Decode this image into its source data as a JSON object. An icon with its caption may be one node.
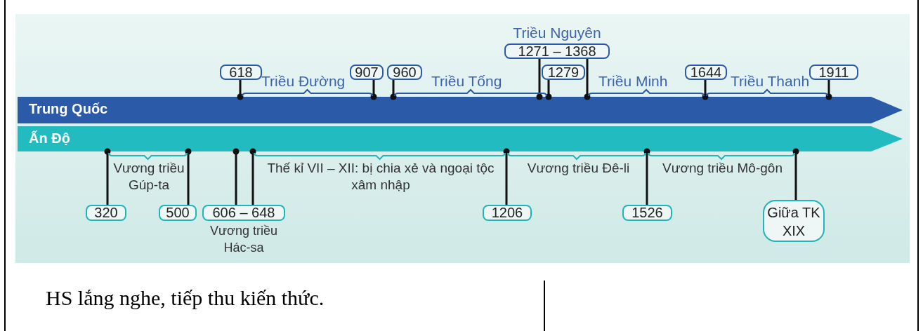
{
  "diagram": {
    "nodes": [
      {
        "text": [
          "Trung Quốc"
        ]
      },
      {
        "text": [
          "Ấn Độ"
        ]
      },
      {
        "text": [
          "618"
        ]
      },
      {
        "text": [
          "907"
        ]
      },
      {
        "text": [
          "960"
        ]
      },
      {
        "text": [
          "1271 – 1368"
        ],
        "beside": [
          "Triều Nguyên"
        ]
      },
      {
        "text": [
          "1279"
        ]
      },
      {
        "text": [
          "1644"
        ]
      },
      {
        "text": [
          "1911"
        ]
      },
      {
        "text": [
          "320"
        ]
      },
      {
        "text": [
          "500"
        ]
      },
      {
        "text": [
          "606 – 648"
        ],
        "beside": [
          "Vương triều Hác-sa"
        ]
      },
      {
        "text": [
          "1206"
        ]
      },
      {
        "text": [
          "1526"
        ]
      },
      {
        "text": [
          "Giữa TK XIX"
        ]
      }
    ],
    "edges": [
      {
        "from": 2,
        "to": 0,
        "arrow": "other"
      },
      {
        "from": 3,
        "to": 0,
        "arrow": "other"
      },
      {
        "from": 4,
        "to": 0,
        "arrow": "other"
      },
      {
        "from": 5,
        "to": 0,
        "arrow": "other"
      },
      {
        "from": 6,
        "to": 0,
        "arrow": "other"
      },
      {
        "from": 5,
        "to": 0,
        "arrow": "other"
      },
      {
        "from": 7,
        "to": 0,
        "arrow": "other"
      },
      {
        "from": 8,
        "to": 0,
        "arrow": "other"
      },
      {
        "from": 9,
        "to": 1,
        "arrow": "other"
      },
      {
        "from": 10,
        "to": 1,
        "arrow": "other"
      },
      {
        "from": 11,
        "to": 1,
        "arrow": "other"
      },
      {
        "from": 11,
        "to": 1,
        "arrow": "other"
      },
      {
        "from": 12,
        "to": 1,
        "arrow": "other"
      },
      {
        "from": 13,
        "to": 1,
        "arrow": "other"
      },
      {
        "from": 14,
        "to": 1,
        "arrow": "other"
      }
    ],
    "labels": [
      "Triều Đường",
      "Triều Tống",
      "Triều Minh",
      "Triều Thanh",
      "Vương triều Gúp-ta",
      "Thế kỉ VII – XII: bị chia xẻ và ngoại tộc xâm nhập",
      "Vương triều Đê-li",
      "Vương triều Mô-gôn",
      "HS lắng nghe, tiếp thu kiến thức."
    ]
  }
}
